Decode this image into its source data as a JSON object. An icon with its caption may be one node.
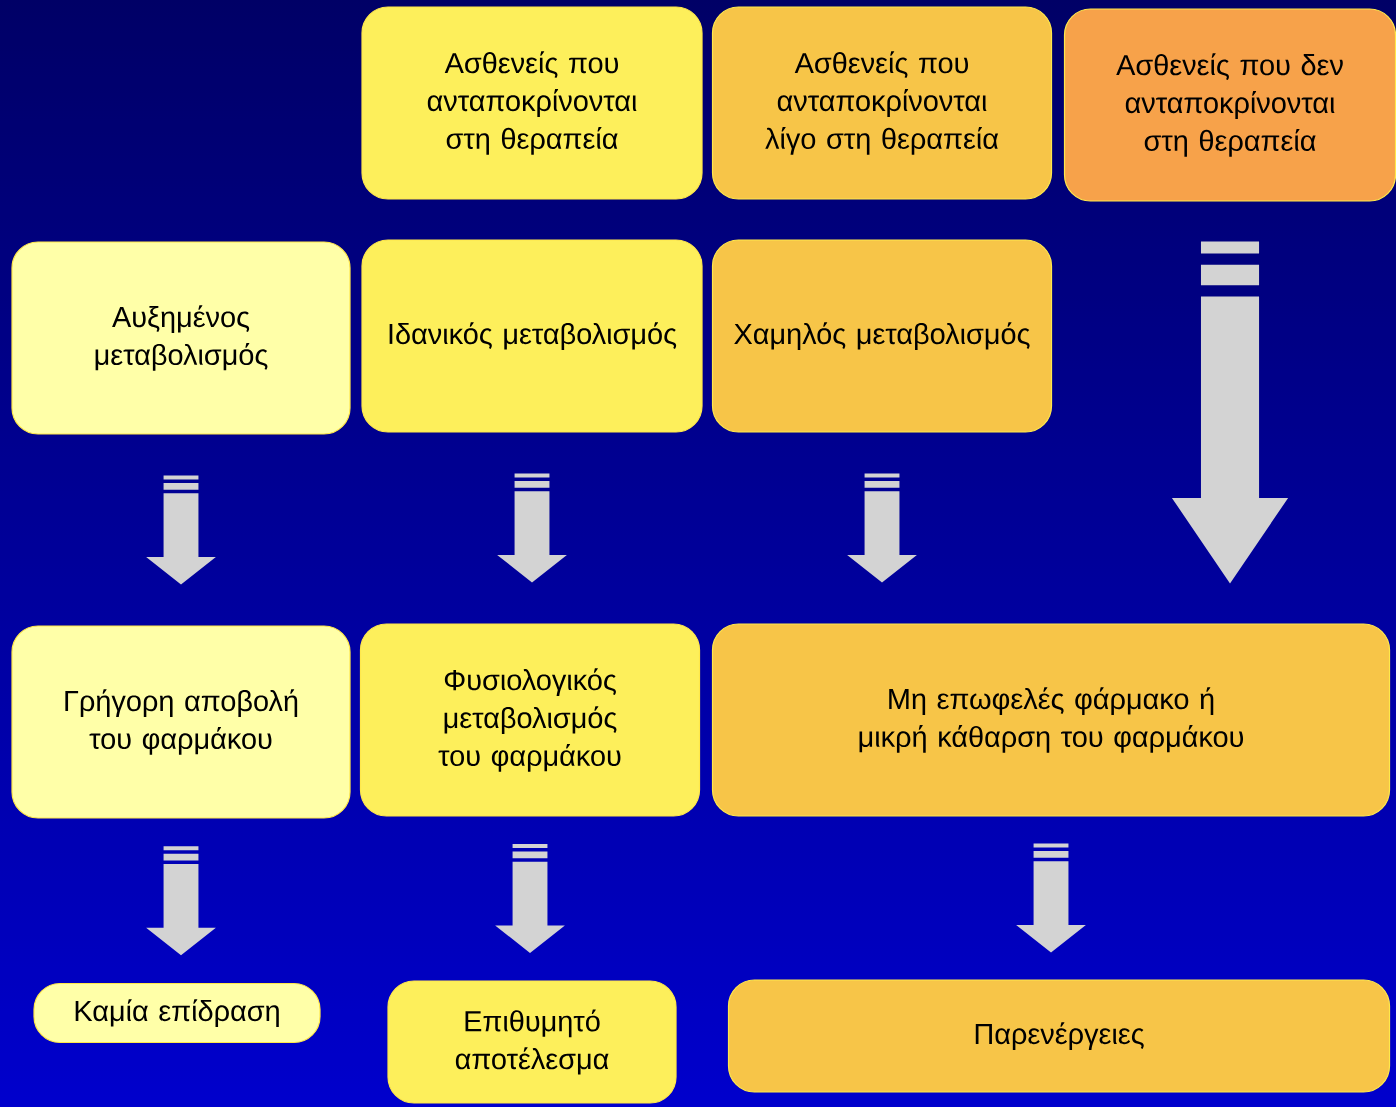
{
  "diagram": {
    "nodes": [
      {
        "text": [
          "Ασθενείς που ανταποκρίνονται στη θεραπεία"
        ]
      },
      {
        "text": [
          "Ασθενείς που ανταποκρίνονται λίγο στη θεραπεία"
        ]
      },
      {
        "text": [
          "Ασθενείς που δεν ανταποκρίνονται στη θεραπεία"
        ]
      },
      {
        "text": [
          "Αυξημένος μεταβολισμός"
        ]
      },
      {
        "text": [
          "Ιδανικός μεταβολισμός"
        ]
      },
      {
        "text": [
          "Χαμηλός μεταβολισμός"
        ]
      },
      {
        "text": [
          "Γρήγορη αποβολή του φαρμάκου"
        ]
      },
      {
        "text": [
          "Φυσιολογικός μεταβολισμός του φαρμάκου"
        ]
      },
      {
        "text": [
          "Μη επωφελές φάρμακο ή μικρή κάθαρση του φαρμάκου"
        ]
      },
      {
        "text": [
          "Καμία επίδραση"
        ]
      },
      {
        "text": [
          "Επιθυμητό αποτέλεσμα"
        ]
      },
      {
        "text": [
          "Παρενέργειες"
        ]
      }
    ],
    "edges": [
      {
        "from": 3,
        "to": 6,
        "arrow": "to"
      },
      {
        "from": 4,
        "to": 7,
        "arrow": "to"
      },
      {
        "from": 5,
        "to": 8,
        "arrow": "to"
      },
      {
        "from": 2,
        "to": 8,
        "arrow": "to"
      },
      {
        "from": 6,
        "to": 9,
        "arrow": "to"
      },
      {
        "from": 7,
        "to": 10,
        "arrow": "to"
      },
      {
        "from": 8,
        "to": 11,
        "arrow": "to"
      }
    ]
  }
}
